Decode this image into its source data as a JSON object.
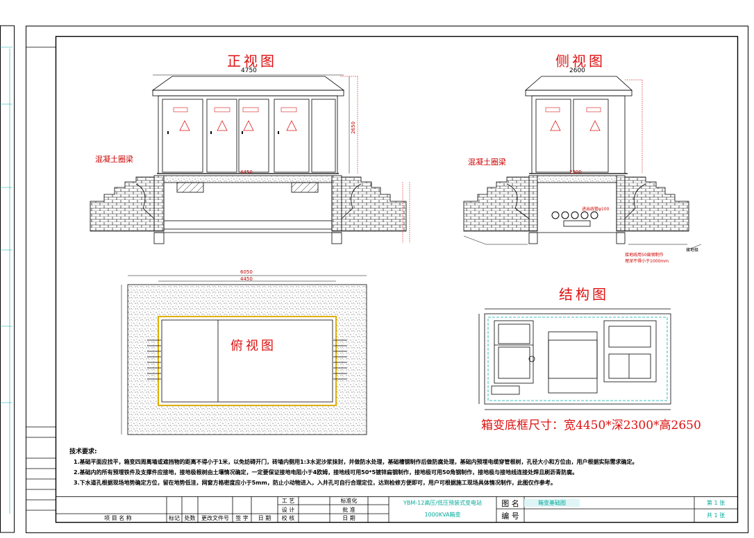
{
  "views": {
    "front_title": "正视图",
    "side_title": "侧视图",
    "top_title": "俯视图",
    "struct_title": "结构图",
    "front_width": "4750",
    "side_width": "2600",
    "front_height": "2650",
    "front_base_width": "4450",
    "side_base_width": "2300",
    "top_total": "6050",
    "top_inner": "4450",
    "ring_beam_label_front": "混凝土圈梁",
    "ring_beam_label_side": "混凝土圈梁",
    "pipe_label": "进出线管φ100",
    "ground_note_1": "接地线用50扁钢制作",
    "ground_note_2": "埋深不得小于1000mm",
    "ground_label": "接地极"
  },
  "summary": "箱变底框尺寸：宽4450*深2300*高2650",
  "tech": {
    "heading": "技术要求:",
    "items": [
      "1.基础平面应找平，箱变四周离墙或遮挡物的距离不得小于1米，以免妨碍开门，砖墙内侧用1:3水泥沙浆抹封，并做防水处理，基础槽钢制作后做防腐处理，基础内预埋电缆穿管根树，孔径大小和方位由，用户根据实际需求确定。",
      "2.基础内的所有预埋铁件及支撑件应接地，接地极根树由土壤情况确定，一定要保证接地电阻小于4欧姆，接地线可用50*5镀锌扁钢制作，接地极可用50角钢制作，接地极与接地线连接处焊且刷沥青防腐。",
      "3.下水道孔根据现场地势确定方位，留在地势低洼，网窗方格密度应小于5mm，防止小动物进入，入井孔可自行合理定位，达到检修方便即可，用户可根据施工现场具体情况制作，此图仅作参考。"
    ]
  },
  "titleblock": {
    "project": "项 目 名 称",
    "cols": [
      "标记",
      "处数",
      "更改文件号",
      "签 字",
      "日 期"
    ],
    "roles_left": [
      "工 艺",
      "设 计",
      "校 核"
    ],
    "roles_right": [
      "标准化",
      "批 准",
      "日 期"
    ],
    "product_line1": "YBM-12高压/低压预装式变电站",
    "product_line2": "1000KVA箱变",
    "drawing_name_label": "图 名",
    "drawing_no_label": "编 号",
    "drawing_name": "箱变基础图",
    "sheet_no": "第 1 张",
    "sheet_total": "共 1 张"
  }
}
